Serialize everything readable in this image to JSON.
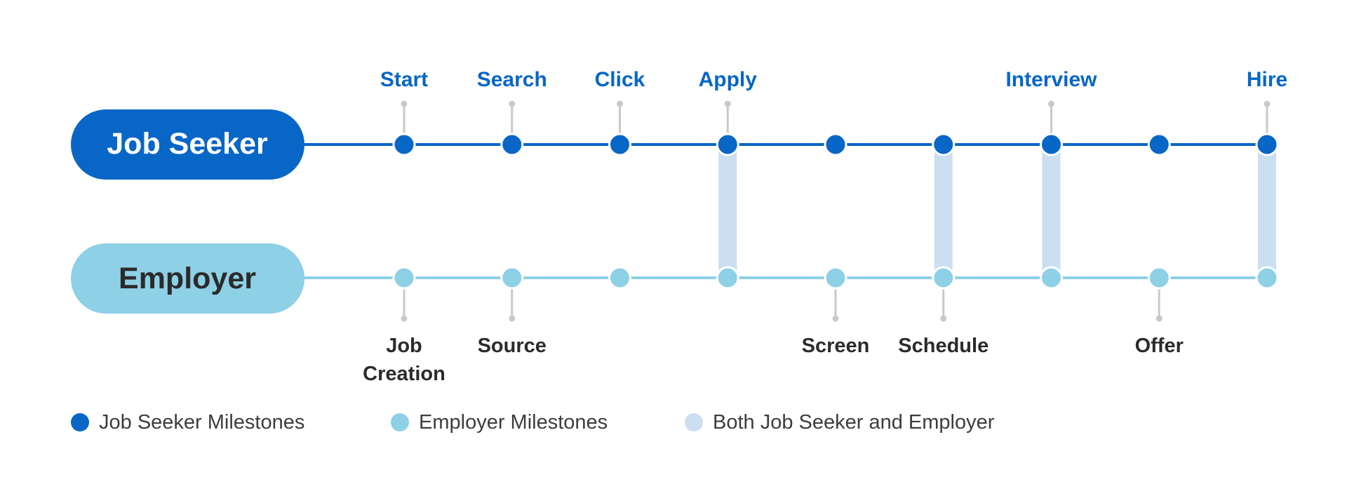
{
  "lanes": {
    "seeker": {
      "label": "Job Seeker",
      "color": "#0866c6"
    },
    "employer": {
      "label": "Employer",
      "color": "#8ed0e6",
      "text_color": "#2b2b2b"
    }
  },
  "colors": {
    "seeker_milestone": "#0866c6",
    "employer_milestone": "#8ed0e6",
    "both": "#cbdff1",
    "tick": "#c9c9c9",
    "employer_label": "#2b2b2b"
  },
  "milestones": [
    {
      "seeker": "Start",
      "employer": "Job Creation",
      "both": false
    },
    {
      "seeker": "Search",
      "employer": "Source",
      "both": false
    },
    {
      "seeker": "Click",
      "employer": "",
      "both": false
    },
    {
      "seeker": "Apply",
      "employer": "",
      "both": true
    },
    {
      "seeker": "",
      "employer": "Screen",
      "both": false
    },
    {
      "seeker": "",
      "employer": "Schedule",
      "both": true
    },
    {
      "seeker": "Interview",
      "employer": "",
      "both": true
    },
    {
      "seeker": "",
      "employer": "Offer",
      "both": false
    },
    {
      "seeker": "Hire",
      "employer": "",
      "both": true
    }
  ],
  "legend": {
    "seeker": "Job Seeker Milestones",
    "employer": "Employer Milestones",
    "both": "Both Job Seeker and Employer"
  }
}
